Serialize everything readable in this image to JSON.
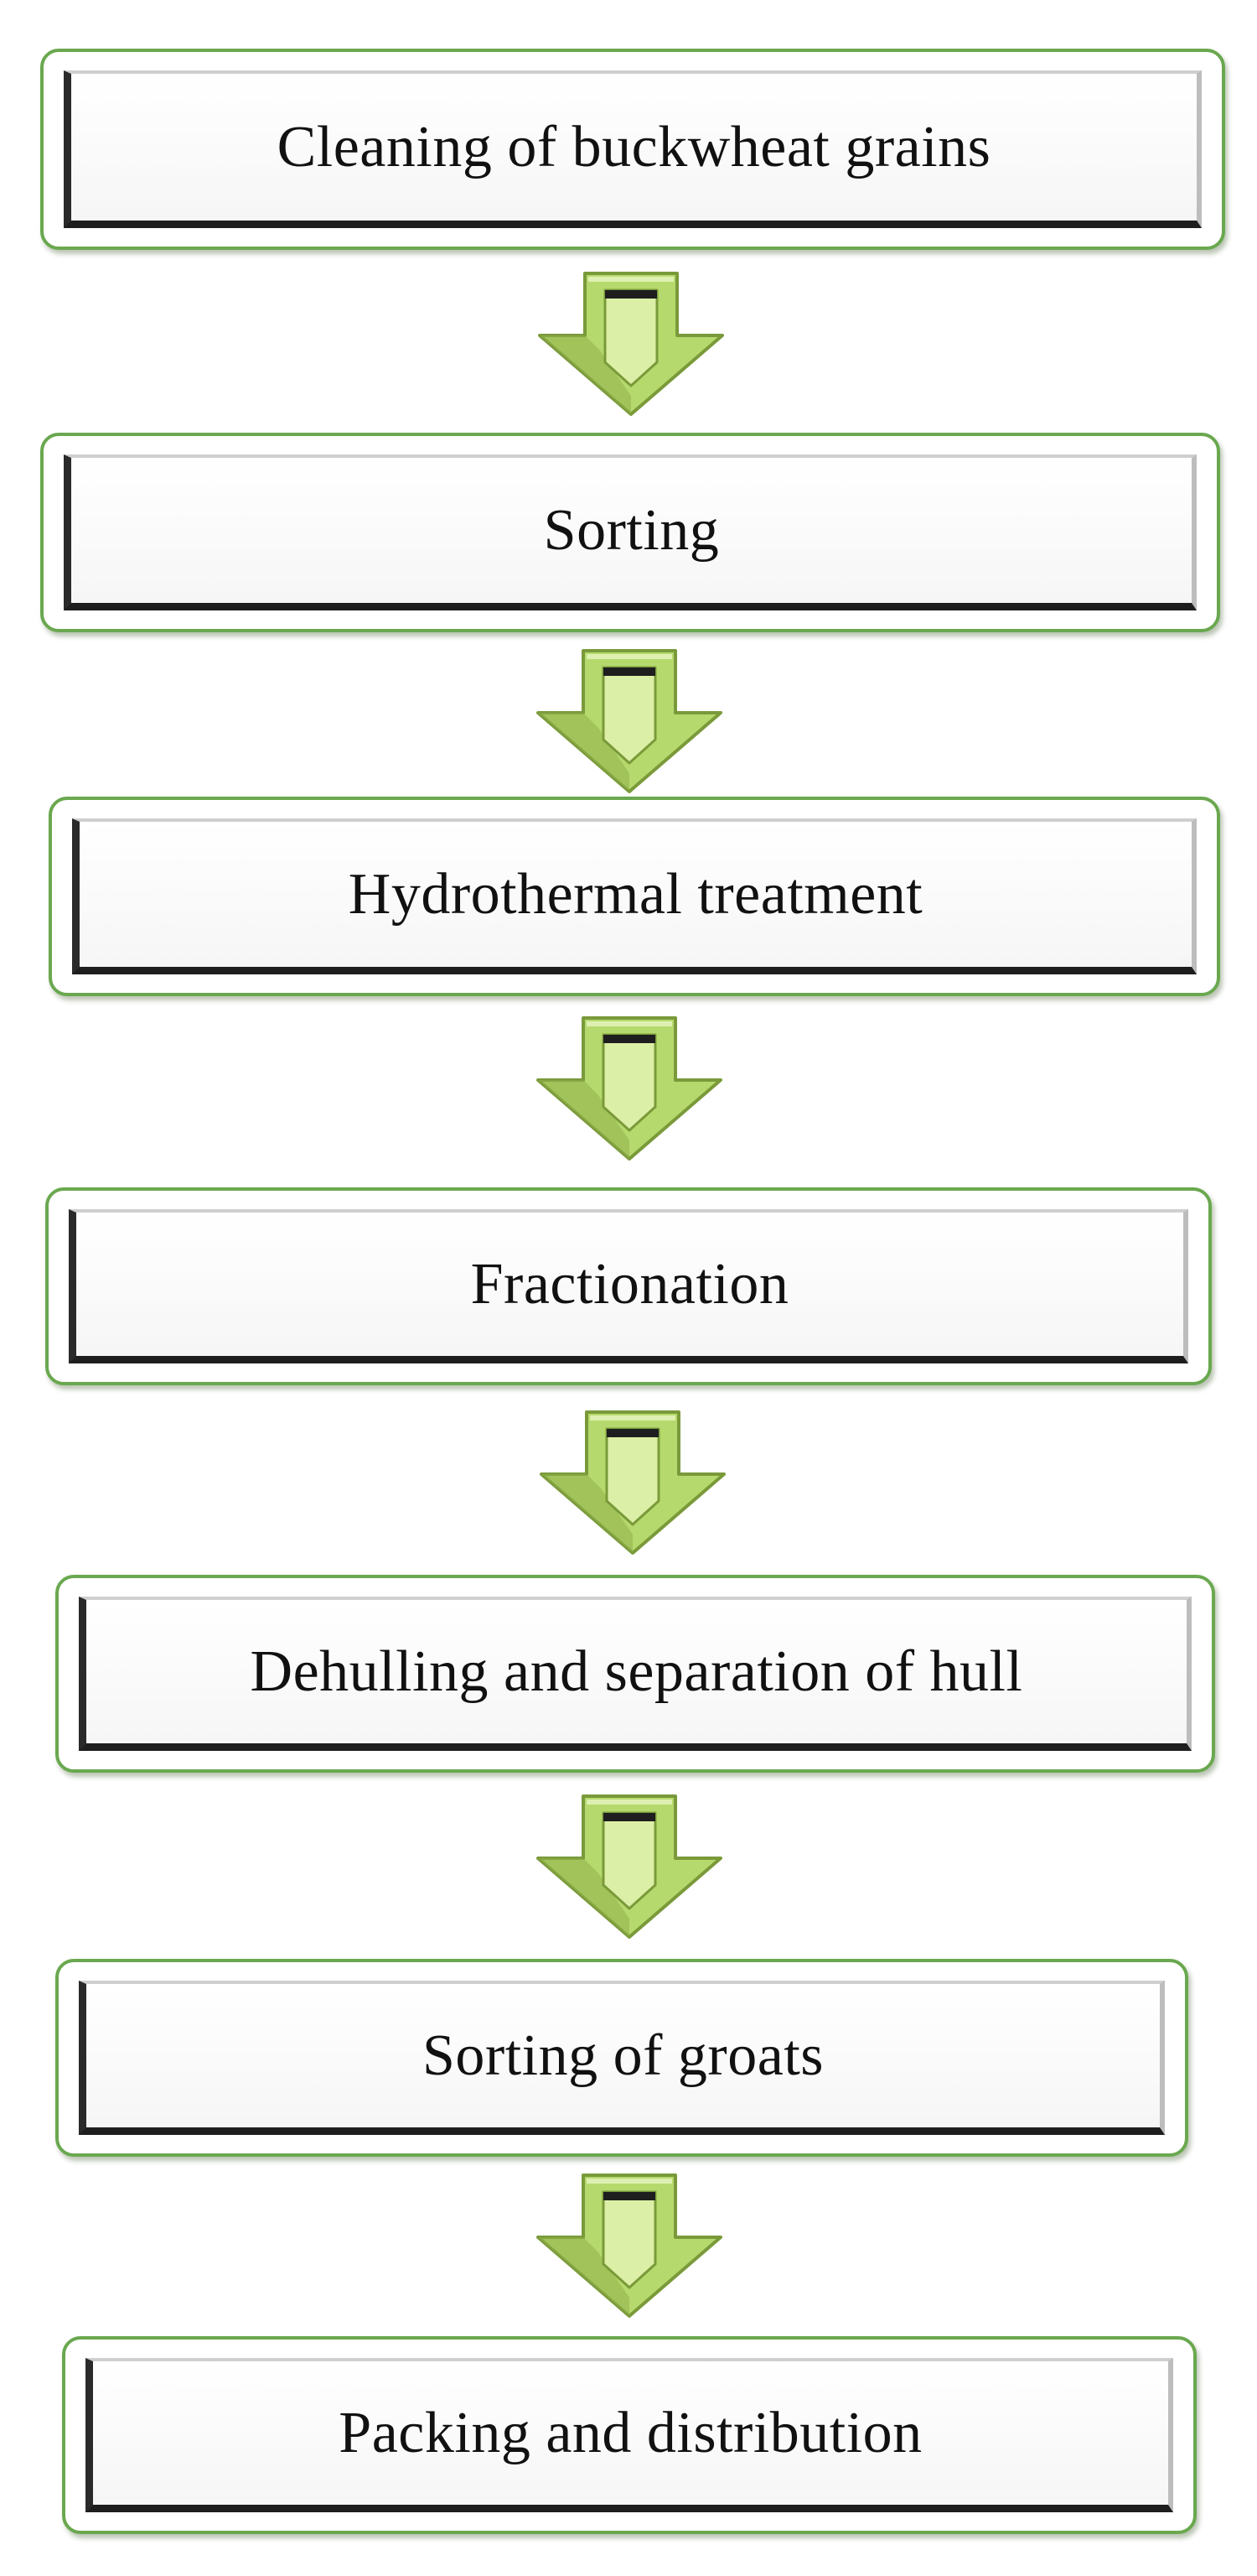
{
  "steps": [
    {
      "label": "Cleaning of buckwheat grains"
    },
    {
      "label": "Sorting"
    },
    {
      "label": "Hydrothermal treatment"
    },
    {
      "label": "Fractionation"
    },
    {
      "label": "Dehulling and separation of hull"
    },
    {
      "label": "Sorting of groats"
    },
    {
      "label": "Packing and distribution"
    }
  ],
  "colors": {
    "box_border": "#6aa84f",
    "arrow_fill": "#b6d96d",
    "arrow_outline": "#7a9a3a"
  },
  "icons": {
    "arrow": "down-arrow-icon"
  }
}
